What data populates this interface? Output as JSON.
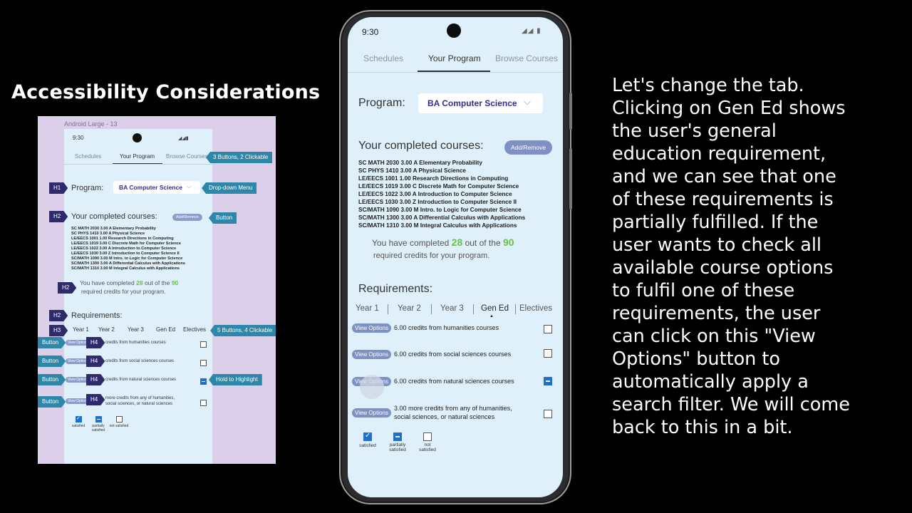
{
  "slide_title": "Accessibility Considerations",
  "narration": "Let's change the tab.\nClicking on Gen Ed shows\nthe user's general\neducation requirement,\nand we can see that one\nof these requirements is\npartially fulfilled. If the\nuser wants to check all\navailable course options\nto fulfil one of these\nrequirements, the user\ncan click on this \"View\nOptions\" button to\nautomatically apply a\nsearch filter. We will come\nback to this in a bit.",
  "mockup": {
    "frame_label": "Android Large - 13",
    "time": "9:30",
    "tabs": [
      "Schedules",
      "Your Program",
      "Browse Courses"
    ],
    "program_label": "Program:",
    "program_value": "BA Computer Science",
    "completed_heading": "Your completed courses:",
    "add_remove": "Add/Remove",
    "courses": [
      "SC MATH 2030 3.00 A Elementary Probability",
      "SC PHYS 1410 3.00 A Physical Science",
      "LE/EECS 1001 1.00 Research Directions in Computing",
      "LE/EECS 1019 3.00 C Discrete Math for Computer Science",
      "LE/EECS 1022 3.00 A Introduction to Computer Science",
      "LE/EECS 1030 3.00 Z Introduction to Computer Science II",
      "SC/MATH 1090 3.00 M Intro. to Logic for Computer Science",
      "SC/MATH 1300 3.00 A Differential Calculus with Applications",
      "SC/MATH 1310 3.00 M Integral Calculus with Applications"
    ],
    "credits_pre": "You have completed",
    "credits_done": "28",
    "credits_mid": "out of the",
    "credits_total": "90",
    "credits_post": "required credits for your program.",
    "requirements_heading": "Requirements:",
    "years": [
      "Year 1",
      "Year 2",
      "Year 3",
      "Gen Ed",
      "Electives"
    ],
    "view_options": "View Options",
    "req_texts": [
      "credits from humanities courses",
      "credits from social sciences courses",
      "credits from natural sciences courses",
      "more credits from any of humanities,",
      "social sciences, or natural sciences"
    ],
    "legend": [
      "satisfied",
      "partially satisfied",
      "not satisfied"
    ],
    "annotations": {
      "tabs": "3 Buttons, 2 Clickable",
      "dropdown": "Drop-down Menu",
      "button": "Button",
      "year_tabs": "5 Buttons, 4 Clickable",
      "hold": "Hold to Highlight",
      "h1": "H1",
      "h2": "H2",
      "h3": "H3",
      "h4": "H4"
    }
  },
  "phone": {
    "time": "9:30",
    "status_icons": "◢◢ ▮",
    "tabs": [
      "Schedules",
      "Your Program",
      "Browse Courses"
    ],
    "active_tab": "Your Program",
    "program_label": "Program:",
    "program_value": "BA Computer Science",
    "completed_heading": "Your completed courses:",
    "add_remove": "Add/Remove",
    "courses": [
      "SC MATH 2030 3.00 A Elementary Probability",
      "SC PHYS 1410 3.00 A Physical Science",
      "LE/EECS 1001 1.00 Research Directions in Computing",
      "LE/EECS 1019 3.00 C Discrete Math for Computer Science",
      "LE/EECS 1022 3.00 A Introduction to Computer Science",
      "LE/EECS 1030 3.00 Z Introduction to Computer Science II",
      "SC/MATH 1090 3.00 M Intro. to Logic for Computer Science",
      "SC/MATH 1300 3.00 A Differential Calculus with Applications",
      "SC/MATH 1310 3.00 M Integral Calculus with Applications"
    ],
    "credits_pre": "You have completed",
    "credits_done": "28",
    "credits_mid": "out of the",
    "credits_total": "90",
    "credits_post": "required credits for your program.",
    "requirements_heading": "Requirements:",
    "years": [
      "Year 1",
      "Year 2",
      "Year 3",
      "Gen Ed",
      "Electives"
    ],
    "active_year": "Gen Ed",
    "requirements": [
      {
        "button": "View Options",
        "text": "6.00 credits from humanities courses",
        "status": "not satisfied"
      },
      {
        "button": "View Options",
        "text": "6.00 credits from social sciences courses",
        "status": "not satisfied"
      },
      {
        "button": "View Options",
        "text": "6.00 credits from natural sciences courses",
        "status": "partially satisfied"
      },
      {
        "button": "View Options",
        "text_line1": "3.00 more credits from any of humanities,",
        "text_line2": "social sciences, or natural sciences",
        "status": "not satisfied"
      }
    ],
    "legend": [
      {
        "label_line1": "satisfied",
        "label_line2": ""
      },
      {
        "label_line1": "partially",
        "label_line2": "satisfied"
      },
      {
        "label_line1": "not",
        "label_line2": "satisfied"
      }
    ],
    "colors": {
      "accent": "#3a2c8f",
      "pill": "#7f91c3",
      "credit_green": "#6bc24a",
      "checkbox_blue": "#1e6fd0",
      "screen_bg": "#dff0fa"
    }
  }
}
